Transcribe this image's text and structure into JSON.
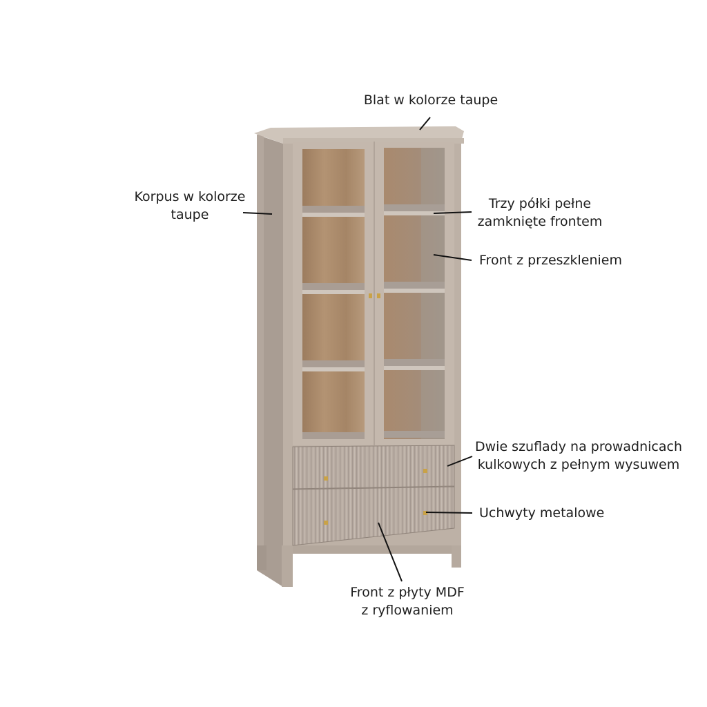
{
  "product": {
    "type": "glass-door display cabinet with two drawers",
    "body_color": "#bfb3a8",
    "interior_color": "#a88a6c",
    "handle_color": "#c9a247"
  },
  "annotations": [
    {
      "id": "top",
      "lines": [
        "Blat w kolorze taupe"
      ]
    },
    {
      "id": "body",
      "lines": [
        "Korpus w kolorze",
        "taupe"
      ]
    },
    {
      "id": "shelves",
      "lines": [
        "Trzy półki pełne",
        "zamknięte frontem"
      ]
    },
    {
      "id": "glass-front",
      "lines": [
        "Front z przeszkleniem"
      ]
    },
    {
      "id": "drawers",
      "lines": [
        "Dwie szuflady na prowadnicach",
        "kulkowych z pełnym wysuwem"
      ]
    },
    {
      "id": "handles",
      "lines": [
        "Uchwyty metalowe"
      ]
    },
    {
      "id": "mdf-front",
      "lines": [
        "Front z płyty MDF",
        "z ryflowaniem"
      ]
    }
  ]
}
